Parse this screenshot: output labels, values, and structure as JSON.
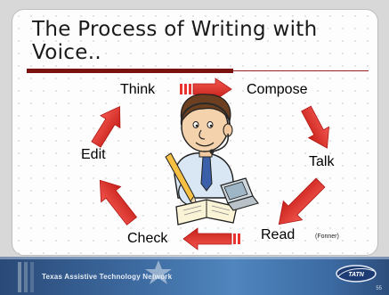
{
  "slide": {
    "title": "The Process of Writing with Voice..",
    "steps": {
      "think": "Think",
      "compose": "Compose",
      "talk": "Talk",
      "read": "Read",
      "check": "Check",
      "edit": "Edit"
    },
    "credit": "(Fonner)",
    "footer_text": "Texas Assistive Technology Network",
    "page_number": "55",
    "logo_text": "TATN"
  },
  "colors": {
    "arrow": "#e8332e",
    "title_rule": "#7a1212",
    "footer": "#3d6aa0"
  },
  "icons": [
    "arrow-right-icon",
    "arrow-down-right-icon",
    "arrow-down-left-icon",
    "arrow-left-icon",
    "arrow-up-left-icon",
    "arrow-up-right-icon",
    "person-writing-illustration",
    "star-decoration-icon"
  ]
}
